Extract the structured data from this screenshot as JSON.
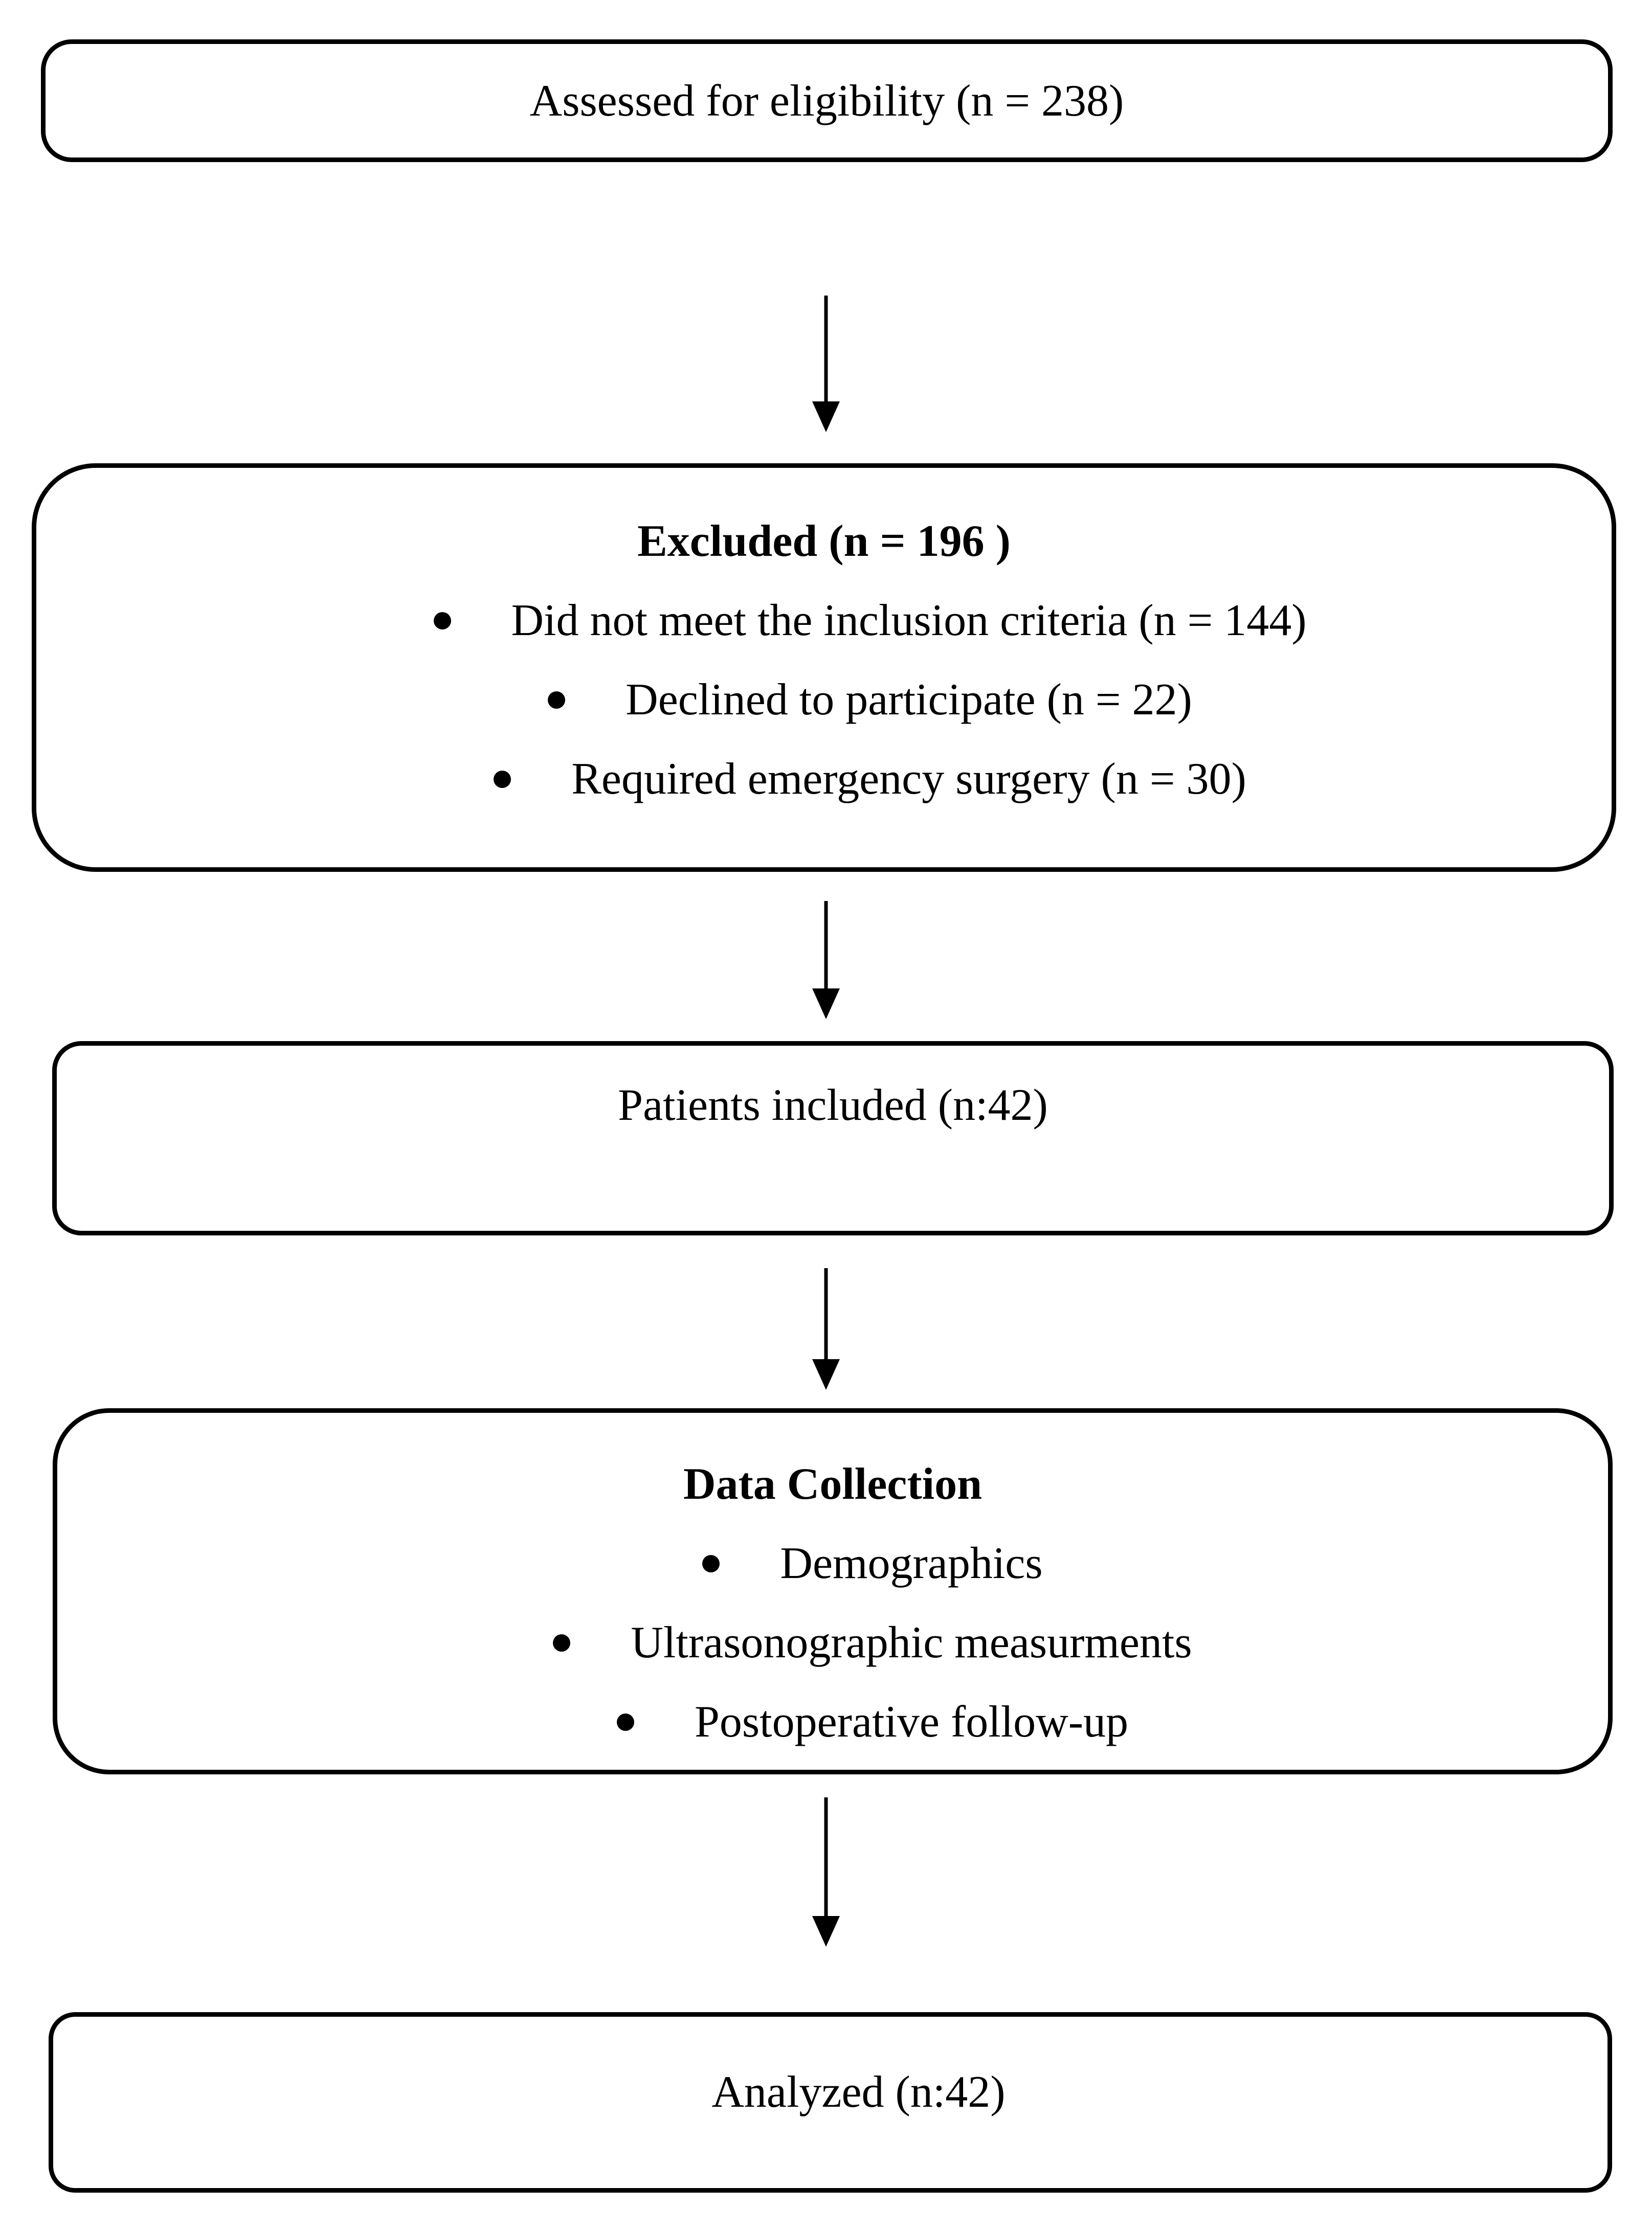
{
  "page": {
    "background_color": "#ffffff",
    "ink_color": "#000000",
    "description": "Patient flow diagram"
  },
  "flowchart": {
    "boxes": [
      {
        "id": "eligibility",
        "text": "Assessed for eligibility (n = 238)"
      },
      {
        "id": "excluded",
        "title": "Excluded (n = 196 )",
        "bullets": [
          "Did not meet the inclusion criteria (n = 144)",
          "Declined to participate (n = 22)",
          "Required emergency surgery (n = 30)"
        ]
      },
      {
        "id": "included",
        "text": "Patients included (n:42)"
      },
      {
        "id": "data_collection",
        "title": "Data Collection",
        "bullets": [
          "Demographics",
          "Ultrasonographic measurments",
          "Postoperative follow-up"
        ]
      },
      {
        "id": "analyzed",
        "text": "Analyzed (n:42)"
      }
    ]
  }
}
